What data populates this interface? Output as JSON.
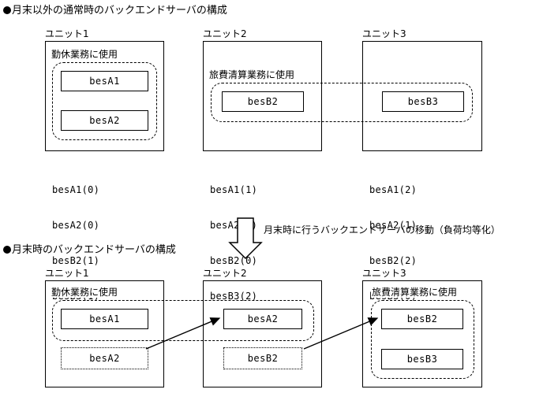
{
  "top_section": {
    "heading": "月末以外の通常時のバックエンドサーバの構成",
    "units": [
      {
        "label": "ユニット1",
        "usage_label": "勤休業務に使用",
        "servers": [
          "besA1",
          "besA2"
        ],
        "values": [
          "besA1(0)",
          "besA2(0)",
          "besB2(1)",
          "besB3(1)"
        ]
      },
      {
        "label": "ユニット2",
        "usage_label": "旅費清算業務に使用",
        "servers": [
          "besB2"
        ],
        "values": [
          "besA1(1)",
          "besA2(2)",
          "besB2(0)",
          "besB3(2)"
        ]
      },
      {
        "label": "ユニット3",
        "usage_label": "",
        "servers": [
          "besB3"
        ],
        "values": [
          "besA1(2)",
          "besA2(1)",
          "besB2(2)",
          "besB3(0)"
        ]
      }
    ]
  },
  "transition": {
    "caption": "月末時に行うバックエンドサーバの移動（負荷均等化）",
    "arrow_icon": "down-arrow-icon"
  },
  "bottom_section": {
    "heading": "月末時のバックエンドサーバの構成",
    "units": [
      {
        "label": "ユニット1",
        "usage_label": "勤休業務に使用",
        "active_servers": [
          "besA1"
        ],
        "ghost_servers": [
          "besA2"
        ]
      },
      {
        "label": "ユニット2",
        "usage_label": "",
        "active_servers": [
          "besA2"
        ],
        "ghost_servers": [
          "besB2"
        ]
      },
      {
        "label": "ユニット3",
        "usage_label": "旅費清算業務に使用",
        "active_servers": [
          "besB2",
          "besB3"
        ],
        "ghost_servers": []
      }
    ],
    "migrations": [
      {
        "from": "besA2",
        "to": "besA2",
        "label": "move-besA2-unit1-to-unit2"
      },
      {
        "from": "besB2",
        "to": "besB2",
        "label": "move-besB2-unit2-to-unit3"
      }
    ]
  },
  "colors": {
    "stroke": "#000000",
    "background": "#ffffff"
  }
}
